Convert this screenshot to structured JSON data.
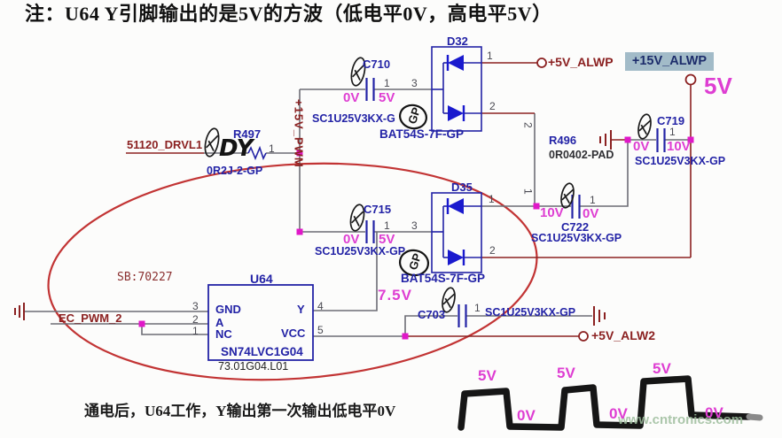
{
  "title": "注：U64 Y引脚输出的是5V的方波（低电平0V，高电平5V）",
  "footer_note": "通电后，U64工作，Y输出第一次输出低电平0V",
  "watermark": "www.cntronics.com",
  "colors": {
    "annotation_magenta": "#de3ed2",
    "net_maroon": "#8b2121",
    "component_navy": "#2323a6",
    "wire_gray": "#6d6d75",
    "highlight_bg": "#a2bbc8",
    "diode_blue": "#1a1ace",
    "ellipse_red": "#c23434"
  },
  "nets": {
    "drvl1": "51120_DRVL1",
    "ec_pwm2": "EC_PWM_2",
    "p5v_alwp": "+5V_ALWP",
    "p15v_alwp": "+15V_ALWP",
    "p5v_alw2": "+5V_ALW2",
    "p15v_pwm": "+15V_PWM"
  },
  "components": {
    "r497": {
      "ref": "R497",
      "part": "0R2J-2-GP",
      "pin1": "1"
    },
    "r496": {
      "ref": "R496",
      "part": "0R0402-PAD",
      "pin1": "1",
      "pin2": "2"
    },
    "c710": {
      "ref": "C710",
      "part": "SC1U25V3KX-G",
      "pin1": "1",
      "v_left": "0V",
      "v_right": "5V"
    },
    "c715": {
      "ref": "C715",
      "part": "SC1U25V3KX-GP",
      "pin1": "1",
      "v_left": "0V",
      "v_right": "5V"
    },
    "c719": {
      "ref": "C719",
      "part": "SC1U25V3KX-GP",
      "pin1": "1",
      "v_left": "0V",
      "v_right": "10V"
    },
    "c722": {
      "ref": "C722",
      "part": "SC1U25V3KX-GP",
      "pin1": "1",
      "v_left": "10V",
      "v_right": "0V"
    },
    "c703": {
      "ref": "C703",
      "part": "SC1U25V3KX-GP",
      "pin1": "1"
    },
    "d32": {
      "ref": "D32",
      "part": "BAT54S-7F-GP",
      "pin1": "1",
      "pin2": "2",
      "pin3": "3"
    },
    "d35": {
      "ref": "D35",
      "part": "BAT54S-7F-GP",
      "pin1": "1",
      "pin2": "2",
      "pin3": "3"
    },
    "u64": {
      "ref": "U64",
      "part": "SN74LVC1G04",
      "part2": "73.01G04.L01",
      "pin1": "1",
      "pin2": "2",
      "pin3": "3",
      "pin4": "4",
      "pin5": "5",
      "gnd": "GND",
      "a": "A",
      "nc": "NC",
      "y": "Y",
      "vcc": "VCC"
    }
  },
  "annotations": {
    "node_7v5": "7.5V",
    "rail_5v": "5V",
    "dy": "DY",
    "sb_number": "SB:70227",
    "stamp": "GP"
  },
  "waveform": {
    "high_labels": [
      "5V",
      "5V",
      "5V"
    ],
    "low_labels": [
      "0V",
      "0V",
      "0V"
    ]
  }
}
